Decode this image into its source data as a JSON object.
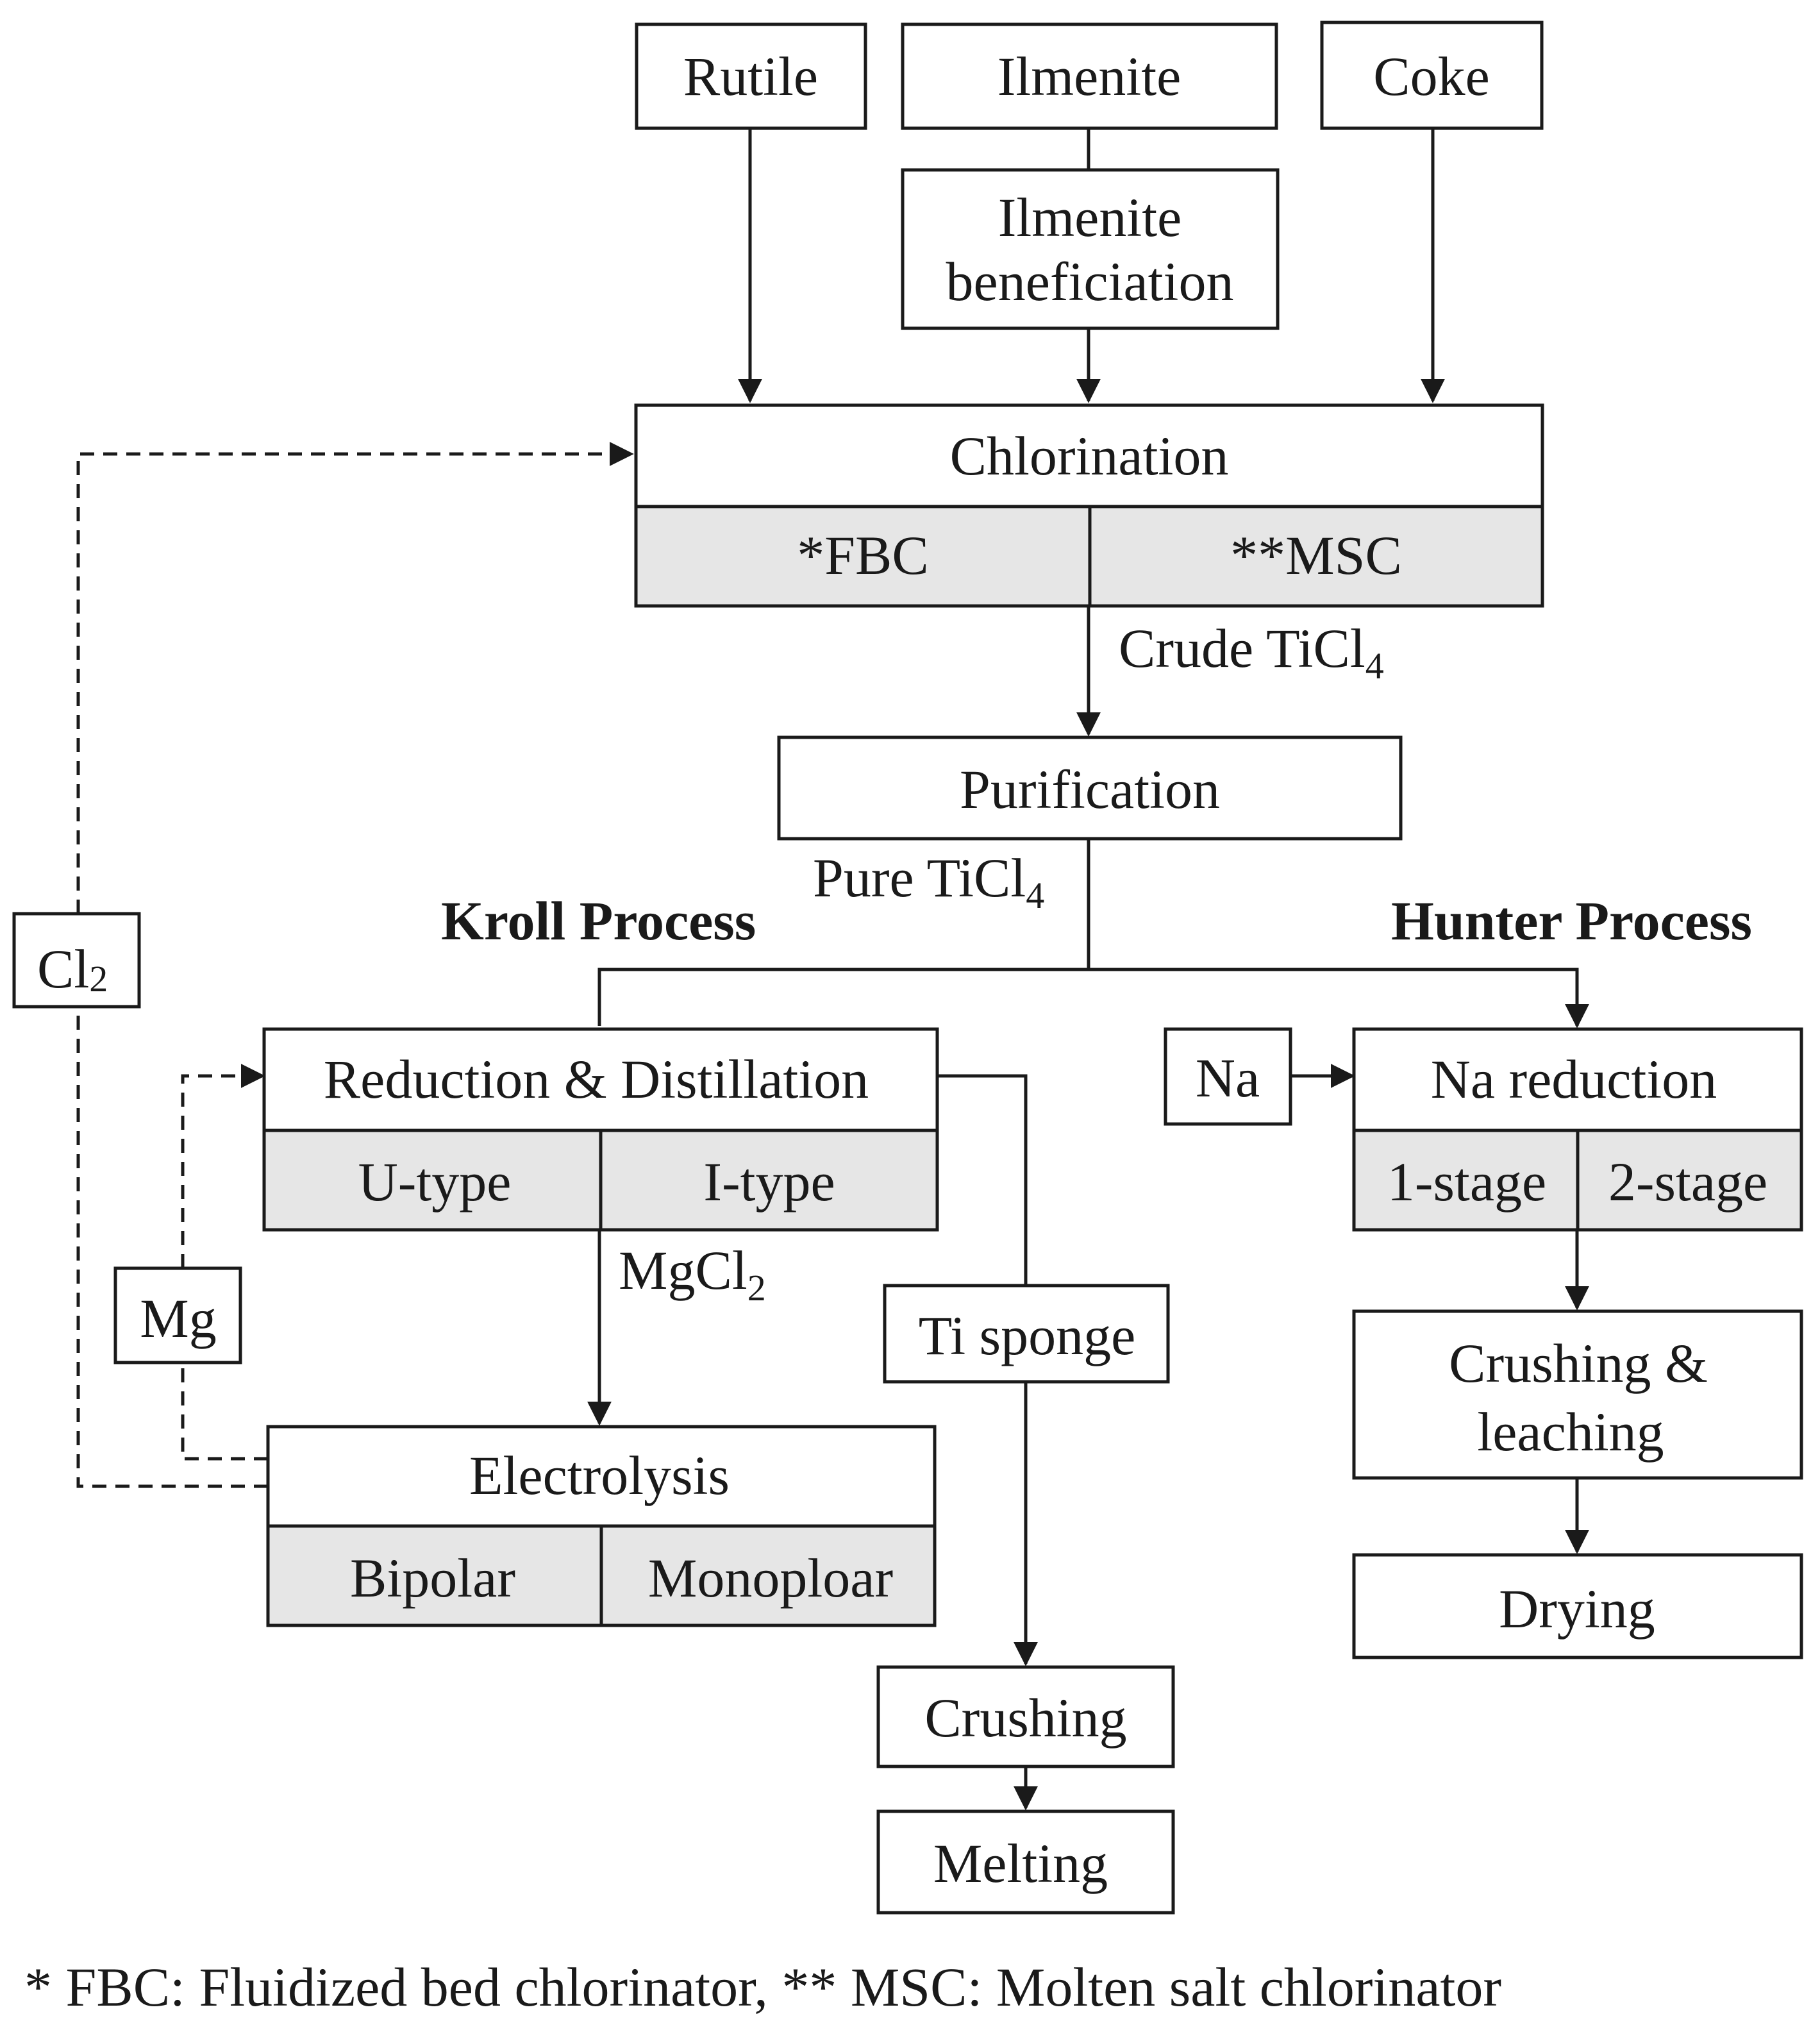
{
  "sources": {
    "rutile": "Rutile",
    "ilmenite": "Ilmenite",
    "coke": "Coke",
    "ilmenite_beneficiation": [
      "Ilmenite",
      "beneficiation"
    ]
  },
  "chlorination": {
    "title": "Chlorination",
    "left": "*FBC",
    "right": "**MSC"
  },
  "crude_ticl4": {
    "text": "Crude TiCl",
    "sub": "4"
  },
  "purification": "Purification",
  "pure_ticl4": {
    "text": "Pure TiCl",
    "sub": "4"
  },
  "kroll_label": "Kroll Process",
  "hunter_label": "Hunter Process",
  "cl2": {
    "text": "Cl",
    "sub": "2"
  },
  "mg": "Mg",
  "na": "Na",
  "reduction": {
    "title": "Reduction & Distillation",
    "left": "U-type",
    "right": "I-type"
  },
  "mgcl2": {
    "text": "MgCl",
    "sub": "2"
  },
  "electrolysis": {
    "title": "Electrolysis",
    "left": "Bipolar",
    "right": "Monoploar"
  },
  "ti_sponge": "Ti sponge",
  "crushing": "Crushing",
  "melting": "Melting",
  "na_reduction": {
    "title": "Na reduction",
    "left": "1-stage",
    "right": "2-stage"
  },
  "crushing_leaching": [
    "Crushing &",
    "leaching"
  ],
  "drying": "Drying",
  "footnote": "* FBC: Fluidized bed chlorinator, ** MSC: Molten salt chlorinator",
  "colors": {
    "line": "#1a1a1a",
    "sub_fill": "#e6e6e6",
    "box_fill": "#ffffff"
  }
}
